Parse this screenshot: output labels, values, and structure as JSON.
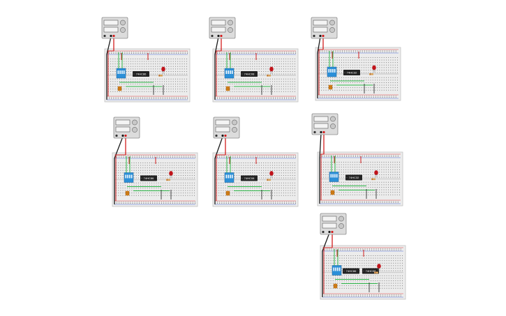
{
  "canvas": {
    "background": "#ffffff"
  },
  "colors": {
    "psu_body": "#dcdcdc",
    "psu_border": "#8a8a8a",
    "psu_display": "#f4f4f4",
    "knob": "#c8c8c8",
    "board": "#ececec",
    "board_border": "#c2c2c2",
    "hole": "#6e6e6e",
    "rail_red": "#e03b3b",
    "rail_blue": "#4a6fd8",
    "wire_red": "#d21c1c",
    "wire_black": "#1a1a1a",
    "wire_green": "#2fb84a",
    "dip_switch": "#2b8fd8",
    "ic": "#222222",
    "led": "#c0141b",
    "resistor": "#d9a35a",
    "connector": "#e0891a"
  },
  "icons": {
    "power_supply": "bench-power-supply-icon",
    "dip_switch": "dip-switch-icon",
    "ic_chip": "ic-chip-icon",
    "led": "led-icon",
    "resistor": "resistor-icon",
    "connector": "terminal-connector-icon"
  },
  "circuits": [
    {
      "id": "circuit-1",
      "ic_labels": [
        "74HC86"
      ]
    },
    {
      "id": "circuit-2",
      "ic_labels": [
        "74HC08"
      ]
    },
    {
      "id": "circuit-3",
      "ic_labels": [
        "74HC32"
      ]
    },
    {
      "id": "circuit-4",
      "ic_labels": [
        "74HC86"
      ]
    },
    {
      "id": "circuit-5",
      "ic_labels": [
        "74HC08"
      ]
    },
    {
      "id": "circuit-6",
      "ic_labels": [
        "74HC32"
      ]
    },
    {
      "id": "circuit-7",
      "ic_labels": [
        "74HC86",
        "74HC08"
      ]
    }
  ]
}
